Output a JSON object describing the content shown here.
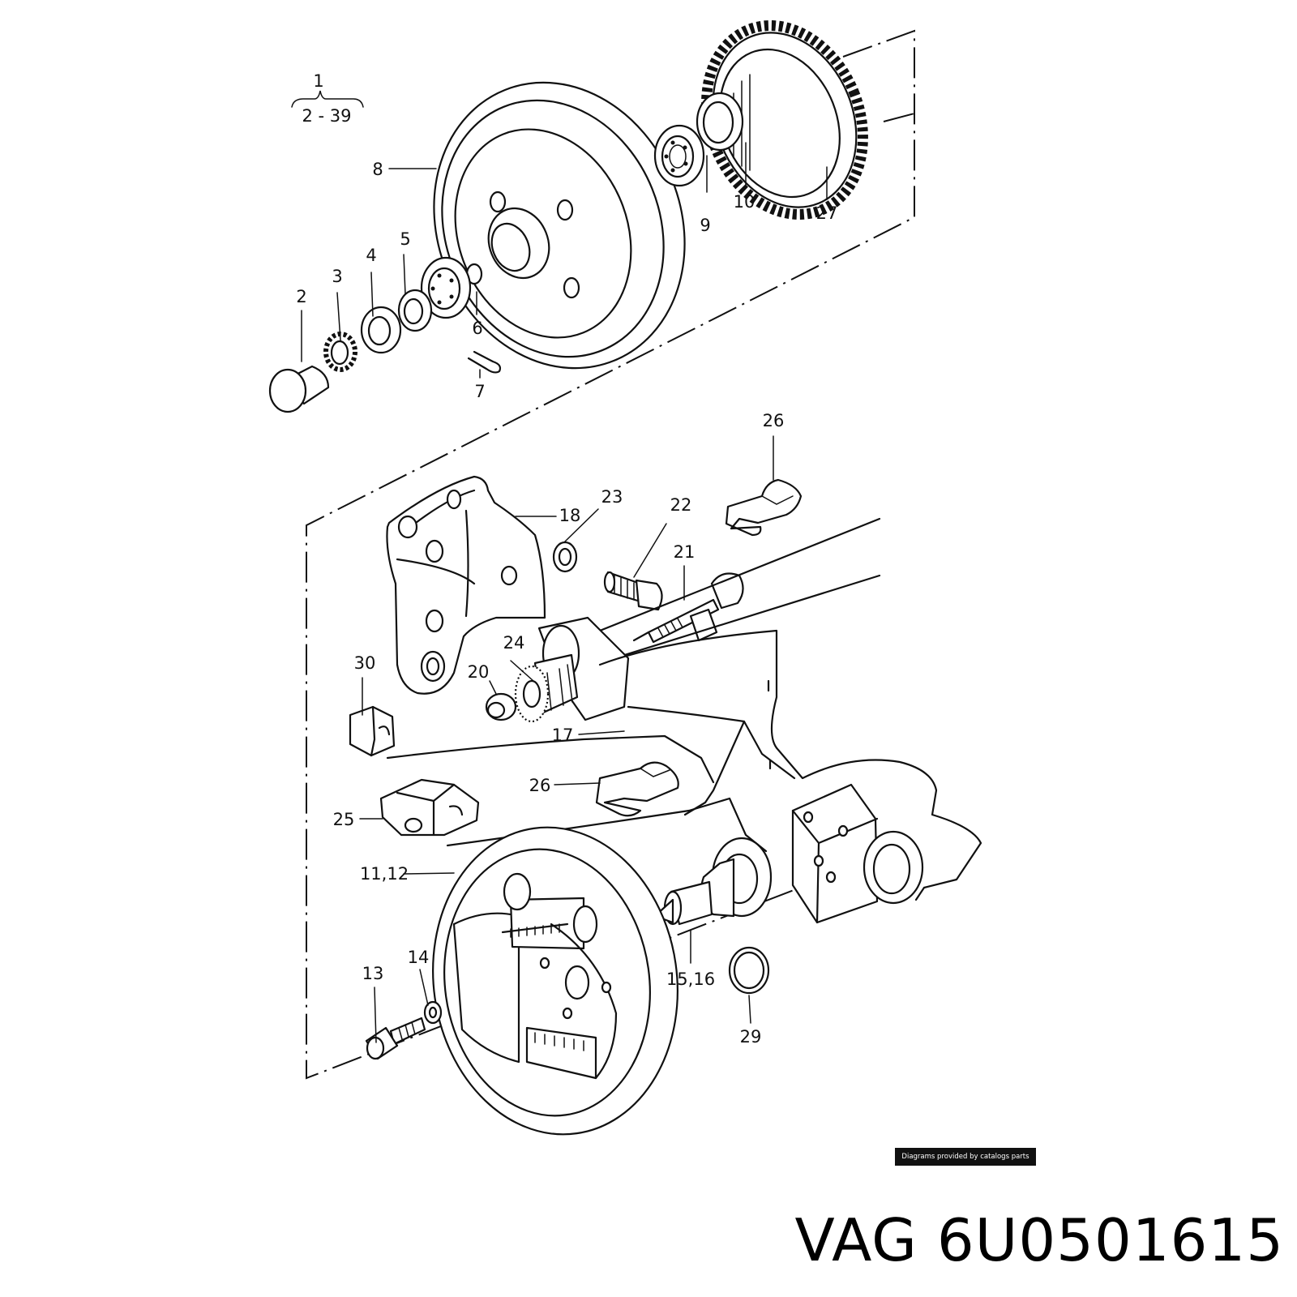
{
  "diagram": {
    "assembly_ref": {
      "number": "1",
      "range": "2 - 39"
    },
    "labels": {
      "p2": "2",
      "p3": "3",
      "p4": "4",
      "p5": "5",
      "p6": "6",
      "p7": "7",
      "p8": "8",
      "p9": "9",
      "p10": "10",
      "p27": "27",
      "p26a": "26",
      "p18": "18",
      "p23": "23",
      "p22": "22",
      "p21": "21",
      "p24": "24",
      "p20": "20",
      "p30": "30",
      "p17": "17",
      "p26b": "26",
      "p25": "25",
      "p11_12": "11,12",
      "p13": "13",
      "p14": "14",
      "p15_16": "15,16",
      "p29": "29"
    }
  },
  "footer": {
    "credit": "Diagrams provided by catalogs parts",
    "brand": "VAG",
    "part_number": "6U0501615"
  }
}
